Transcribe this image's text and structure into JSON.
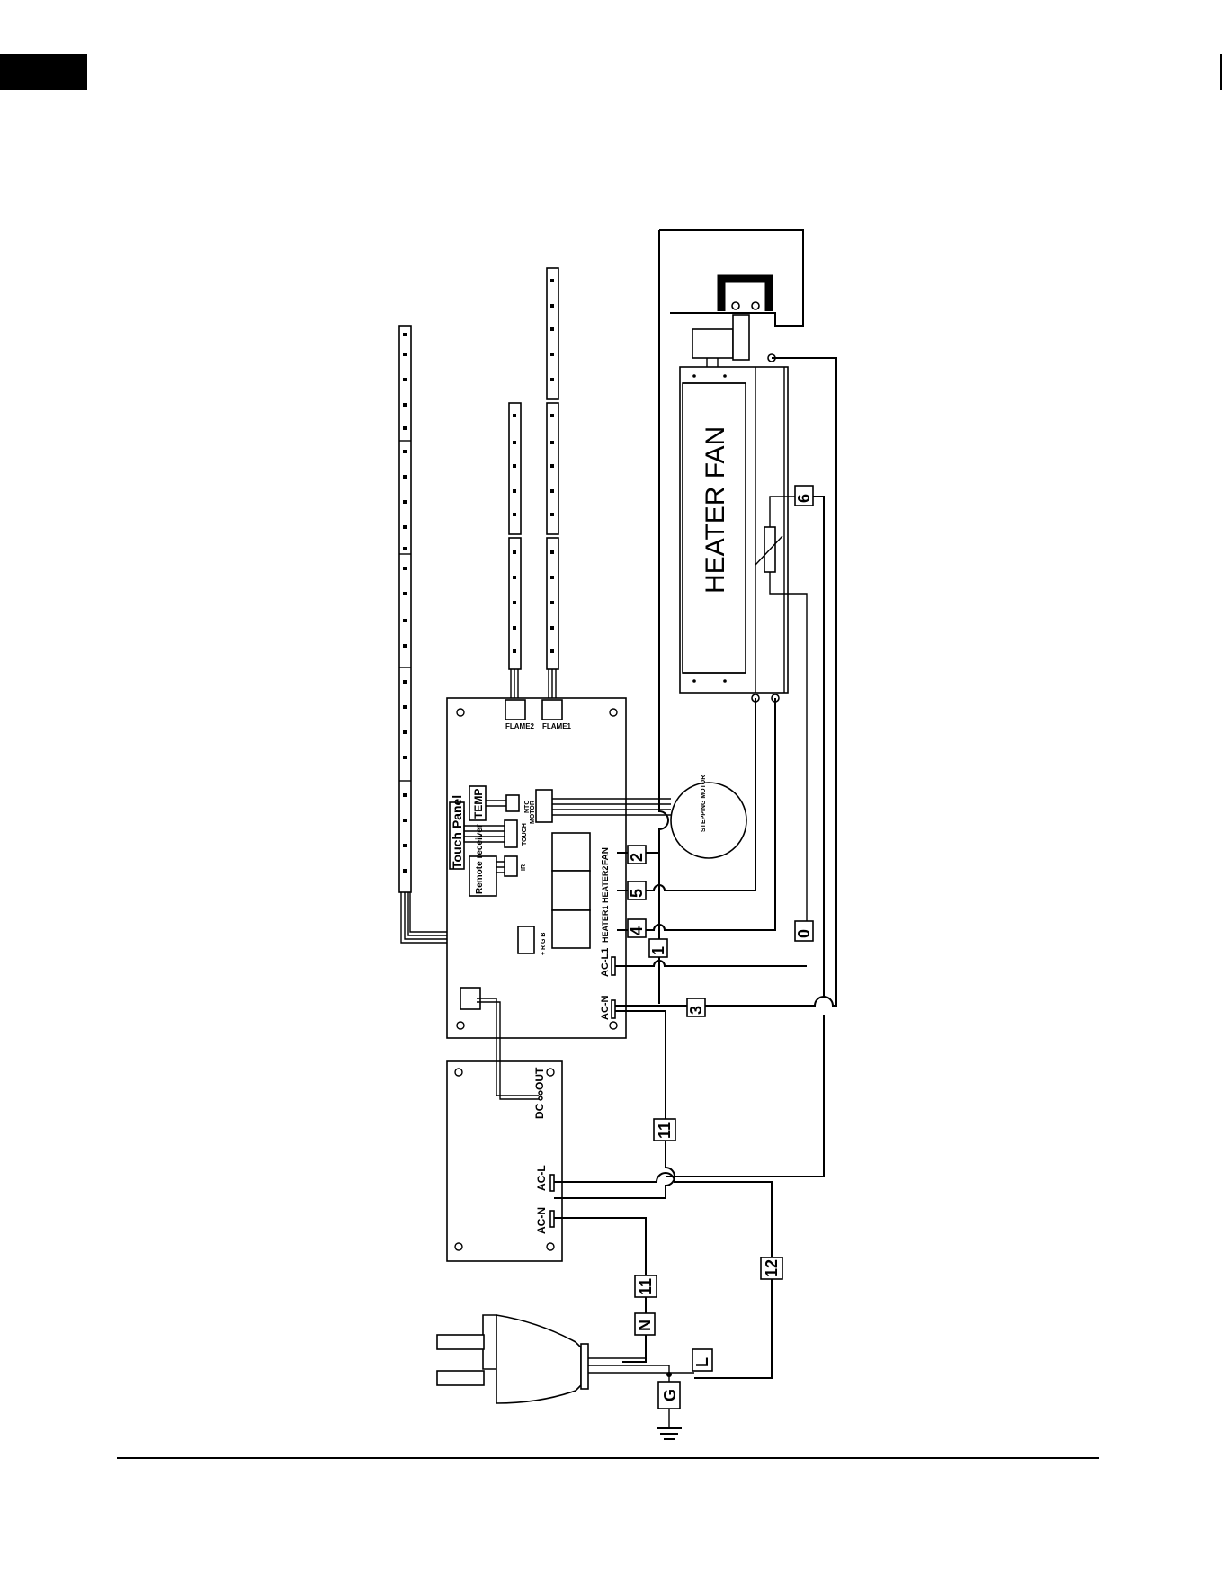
{
  "colors": {
    "ink": "#000000",
    "paper": "#ffffff"
  },
  "labels": {
    "heater_fan": "HEATER FAN",
    "stepping_motor": "STEPPING MOTOR",
    "touch_panel": "Touch Panel",
    "temp": "TEMP",
    "remote_receiver": "Remote receiver",
    "flame1": "FLAME1",
    "flame2": "FLAME2",
    "ntc": "NTC",
    "motor": "MOTOR",
    "touch": "TOUCH",
    "ir": "IR",
    "rgb": "+ R G B",
    "fan": "FAN",
    "heater2": "HEATER2",
    "heater1": "HEATER1",
    "ac_l1": "AC-L1",
    "ac_n_main": "AC-N",
    "dc": "DC",
    "out": "OUT",
    "ac_l_psu": "AC-L",
    "ac_n_psu": "AC-N"
  },
  "wire_tags": {
    "w2": "2",
    "w5": "5",
    "w4": "4",
    "w1": "1",
    "w3": "3",
    "w0": "0",
    "w6": "6",
    "w11a": "11",
    "w11b": "11",
    "w12": "12",
    "wN": "N",
    "wL": "L",
    "wG": "G"
  }
}
